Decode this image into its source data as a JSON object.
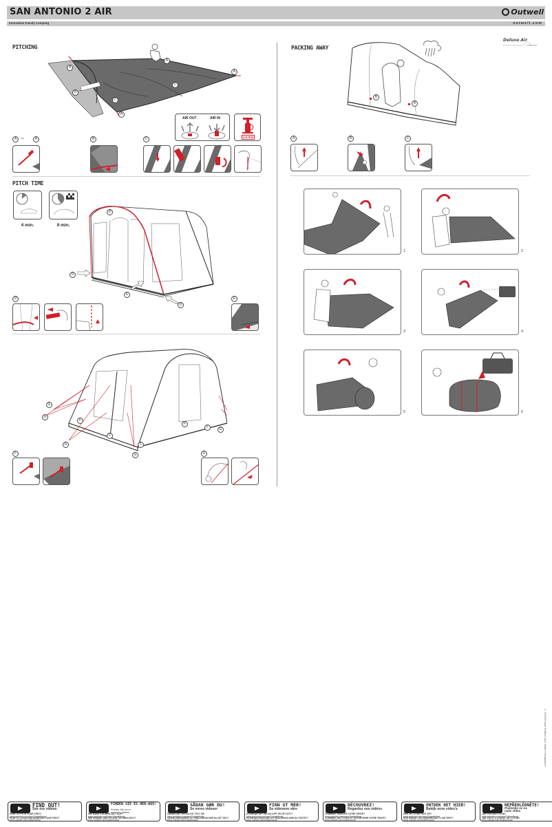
{
  "header": {
    "title": "SAN ANTONIO 2 AIR",
    "tagline": "Innovative Family Camping",
    "brand": "Outwell",
    "website": "outwell.com",
    "collection_badge": "Deluxe Air",
    "collection_sub": "Collection"
  },
  "colors": {
    "header_bar": "#c6c6c6",
    "accent_red": "#d0202a",
    "tent_fabric": "#6a6a6a",
    "text_dark": "#1e1e1e"
  },
  "pitching": {
    "title": "PITCHING",
    "markers": [
      "A1",
      "A2",
      "A3",
      "A4",
      "B",
      "C"
    ],
    "air_out_label": "AIR OUT",
    "air_in_label": "AIR IN",
    "pump_psi": "2-5 PSI",
    "steps": [
      {
        "label": "A1 → A4",
        "panels": 1
      },
      {
        "label": "B",
        "panels": 1
      },
      {
        "label": "C",
        "panels": 4
      }
    ]
  },
  "pitch_time": {
    "title": "PITCH TIME",
    "times": [
      {
        "label": "4 min."
      },
      {
        "label": "9 min."
      }
    ],
    "markers": [
      "D",
      "D",
      "D",
      "E"
    ],
    "steps": [
      {
        "label": "D",
        "panels": 3
      },
      {
        "label": "E",
        "panels": 1
      }
    ]
  },
  "guy_lines": {
    "markers": [
      "G",
      "G",
      "F",
      "F",
      "G",
      "F",
      "G",
      "F",
      "F",
      "G"
    ],
    "steps": [
      {
        "label": "F",
        "panels": 2
      },
      {
        "label": "G",
        "panels": 2
      }
    ]
  },
  "packing_away": {
    "title": "PACKING AWAY",
    "markers": [
      "B",
      "B"
    ],
    "steps": [
      {
        "label": "A"
      },
      {
        "label": "B"
      },
      {
        "label": "C"
      }
    ],
    "fold_steps": [
      {
        "number": "1"
      },
      {
        "number": "2"
      },
      {
        "number": "3"
      },
      {
        "number": "4"
      },
      {
        "number": "5"
      },
      {
        "number": "6"
      }
    ]
  },
  "copyright": "© 04/2020 Oase Outdoors ApS. Made in Bangladesh.",
  "video_cards": [
    {
      "title": "FIND OUT!",
      "subtitle": "See our videos",
      "q1": "HOW TO PITCH YOUR TENT?",
      "u1": "www.youtube.com/user/Outwelltents",
      "q2": "HOW TO CLEAN AND MAINTAIN YOUR TENT?",
      "u2": "www.outwell.com/maintenance"
    },
    {
      "title": "FINDEN SIE ES HER-AUS!",
      "subtitle": "Finden Sie es in unseren videos",
      "q1": "WIE BAUE ICH MEIN ZELT AUF?",
      "u1": "www.youtube.com/user/Outwelltents",
      "q2": "WIE REINIGE UND PFLEGE ICH MEIN ZELT?",
      "u2": "www.outwell.com/maintenance"
    },
    {
      "title": "SÅDAN GØR DU!",
      "subtitle": "Se vores videoer",
      "q1": "SÅDAN SÆTTER DU DIT TELT OP!",
      "u1": "www.youtube.com/user/Outwelltents",
      "q2": "SÅDAN RENGØRER OG VEDLIGEHOLDER DU DIT TELT!",
      "u2": "www.outwell.com/maintenance"
    },
    {
      "title": "FINN UT MER!",
      "subtitle": "Se videoene våre",
      "q1": "HVORDAN SETTER DU OPP TELTET DITT?",
      "u1": "www.youtube.com/user/Outwelltents",
      "q2": "HVORDAN RENGJØR OG VEDLIKEHOLDER DU TELTET?",
      "u2": "www.outwell.com/maintenance"
    },
    {
      "title": "DÉCOUVREZ!",
      "subtitle": "Regardez nos vidéos",
      "q1": "COMMENT MONTER VOTRE TENTE?",
      "u1": "www.youtube.com/user/Outwelltents",
      "q2": "COMMENT NETTOYER ET ENTRETENIR VOTRE TENTE?",
      "u2": "www.outwell.com/maintenance"
    },
    {
      "title": "ONTDEK HET HIER!",
      "subtitle": "Bekijk onze video's",
      "q1": "HOE ZET U UW TENT OP?",
      "u1": "www.youtube.com/user/Outwelltents",
      "q2": "HOE REINIGT EN ONDERHOUDT U UW TENT?",
      "u2": "www.outwell.com/maintenance"
    },
    {
      "title": "NEPŘEHLÉDNĚTE!",
      "subtitle": "Podívejte se na naše videa",
      "q1": "JAK POSTAVIT STAN?",
      "u1": "www.youtube.com/user/Outwelltents",
      "q2": "JAK ČISTIT A STARAT SE O STAN?",
      "u2": "www.outwell.com/maintenance"
    }
  ]
}
